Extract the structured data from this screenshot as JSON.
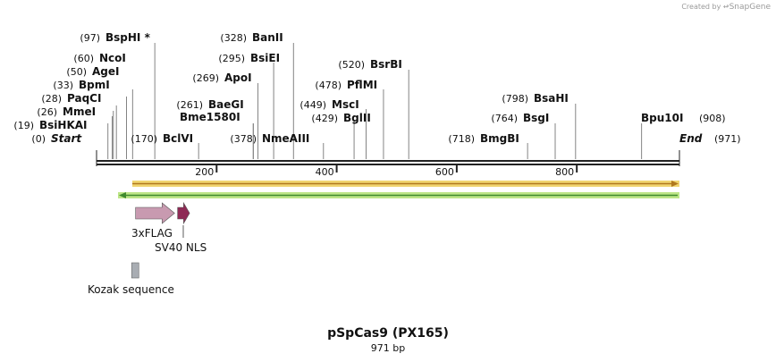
{
  "credit": {
    "prefix": "Created by",
    "brand": "SnapGene"
  },
  "plasmid": {
    "name": "pSpCas9 (PX165)",
    "length_label": "971 bp",
    "length": 971
  },
  "colors": {
    "backbone": "#222222",
    "forward_arrow_fill": "#f0d060",
    "forward_arrow_line": "#b0781e",
    "reverse_arrow_fill": "#b6e27a",
    "reverse_arrow_line": "#3f8a2e",
    "flag": "#c89ab0",
    "nls": "#8e2a55",
    "kozak": "#a9adb3"
  },
  "ruler": [
    {
      "label": "200",
      "pos": 200
    },
    {
      "label": "400",
      "pos": 400
    },
    {
      "label": "600",
      "pos": 600
    },
    {
      "label": "800",
      "pos": 800
    }
  ],
  "sites": [
    {
      "num": "(0)",
      "name": "Start",
      "pos": 0,
      "style": "terminus"
    },
    {
      "num": "(19)",
      "name": "BsiHKAI",
      "pos": 19
    },
    {
      "num": "(26)",
      "name": "MmeI",
      "pos": 26
    },
    {
      "num": "(28)",
      "name": "PaqCI",
      "pos": 28
    },
    {
      "num": "(33)",
      "name": "BpmI",
      "pos": 33
    },
    {
      "num": "(50)",
      "name": "AgeI",
      "pos": 50
    },
    {
      "num": "(60)",
      "name": "NcoI",
      "pos": 60
    },
    {
      "num": "(97)",
      "name": "BspHI",
      "pos": 97,
      "marker": "*"
    },
    {
      "num": "(170)",
      "name": "BclVI",
      "pos": 170
    },
    {
      "num": "(261)",
      "name": "BaeGI",
      "pos": 261
    },
    {
      "num": "",
      "name": "Bme1580I",
      "pos": 261
    },
    {
      "num": "(269)",
      "name": "ApoI",
      "pos": 269
    },
    {
      "num": "(295)",
      "name": "BsiEI",
      "pos": 295
    },
    {
      "num": "(328)",
      "name": "BanII",
      "pos": 328
    },
    {
      "num": "(378)",
      "name": "NmeAIII",
      "pos": 378
    },
    {
      "num": "(429)",
      "name": "BglII",
      "pos": 429
    },
    {
      "num": "(449)",
      "name": "MscI",
      "pos": 449
    },
    {
      "num": "(478)",
      "name": "PflMI",
      "pos": 478
    },
    {
      "num": "(520)",
      "name": "BsrBI",
      "pos": 520
    },
    {
      "num": "(718)",
      "name": "BmgBI",
      "pos": 718
    },
    {
      "num": "(764)",
      "name": "BsgI",
      "pos": 764
    },
    {
      "num": "(798)",
      "name": "BsaHI",
      "pos": 798
    },
    {
      "num": "(908)",
      "name": "Bpu10I",
      "pos": 908
    },
    {
      "num": "(971)",
      "name": "End",
      "pos": 971,
      "style": "terminus"
    }
  ],
  "features": [
    {
      "name": "3xFLAG",
      "start": 65,
      "end": 130,
      "type": "arrow",
      "color_key": "flag"
    },
    {
      "name": "SV40 NLS",
      "start": 135,
      "end": 155,
      "type": "arrow",
      "color_key": "nls"
    },
    {
      "name": "Kozak sequence",
      "start": 54,
      "end": 65,
      "type": "box",
      "color_key": "kozak"
    }
  ]
}
